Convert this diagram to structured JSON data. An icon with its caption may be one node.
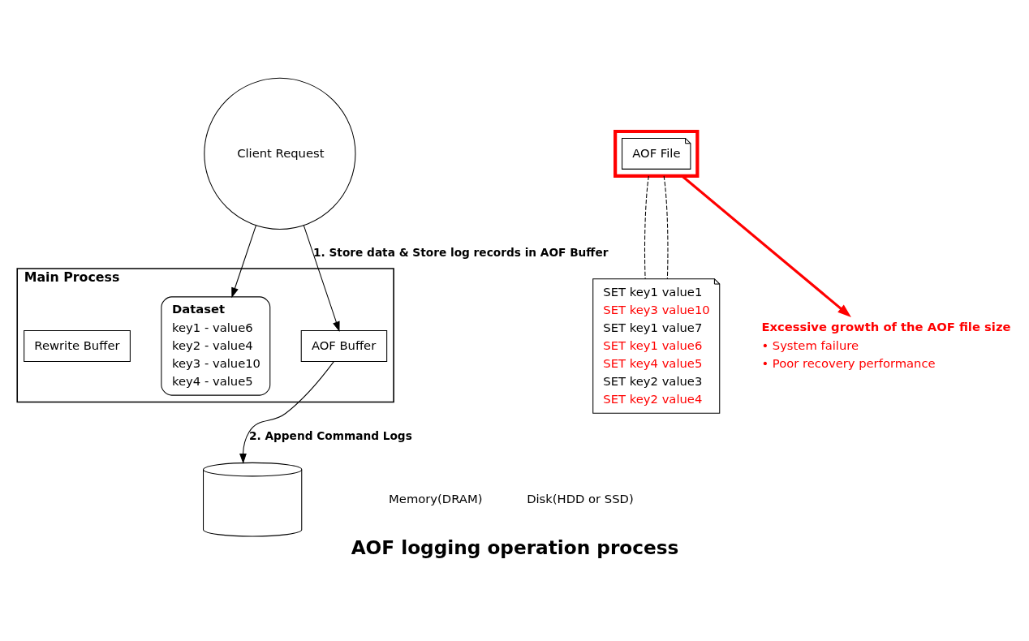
{
  "diagram": {
    "caption": "AOF logging operation process",
    "nodes": [
      {
        "text": [
          "Main Process"
        ]
      },
      {
        "text": [
          "Dataset",
          "key1 - value6",
          "key2 - value4",
          "key3 - value10",
          "key4 - value5"
        ],
        "in": 0
      },
      {
        "text": [
          "AOF Buffer"
        ],
        "in": 0
      },
      {
        "text": [
          "Rewrite Buffer"
        ],
        "in": 0
      },
      {
        "text": [
          "Client Request"
        ]
      },
      {
        "text": [],
        "shape": "cylinder"
      },
      {
        "text": [],
        "shape": "box"
      },
      {
        "text": [
          "AOF File"
        ],
        "in": 6
      },
      {
        "text": [
          "SET key1 value1",
          "SET key3 value10",
          "SET key1 value7",
          "SET key1 value6",
          "SET key4 value5",
          "SET key2 value3",
          "SET key2 value4"
        ]
      },
      {
        "text": [
          "Excessive growth of the AOF file size",
          "• System failure",
          "• Poor recovery performance"
        ]
      }
    ],
    "edges": [
      {
        "from": 4,
        "to": 1,
        "arrow": "to"
      },
      {
        "from": 4,
        "to": 2,
        "arrow": "to",
        "label": "1. Store data & Store log records in AOF Buffer"
      },
      {
        "from": 2,
        "to": 5,
        "arrow": "to",
        "label": "2. Append Command Logs"
      },
      {
        "from": 6,
        "to": 9,
        "arrow": "to",
        "style": "thick",
        "color": "#ff0000"
      },
      {
        "from": 6,
        "to": 8,
        "arrow": "none",
        "style": "dashed"
      },
      {
        "from": 6,
        "to": 8,
        "arrow": "none",
        "style": "dashed"
      }
    ],
    "labels": [
      "Memory(DRAM)",
      "Disk(HDD or SSD)"
    ]
  }
}
